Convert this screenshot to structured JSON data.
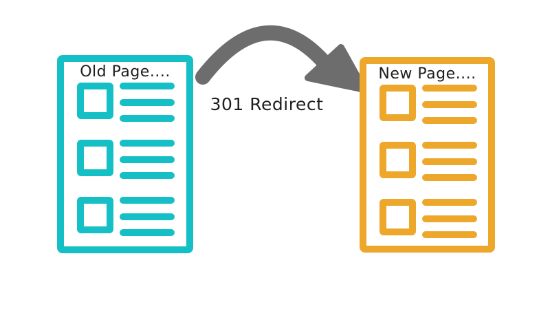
{
  "colors": {
    "old_page_accent": "#15bfc6",
    "new_page_accent": "#eda72b",
    "arrow": "#6d6d6d",
    "text": "#1e1e1e",
    "background": "#ffffff"
  },
  "pages": [
    {
      "title": "Old Page....",
      "rows": 3,
      "lines_per_row": 3
    },
    {
      "title": "New Page....",
      "rows": 3,
      "lines_per_row": 3
    }
  ],
  "arrow": {
    "label": "301 Redirect"
  }
}
